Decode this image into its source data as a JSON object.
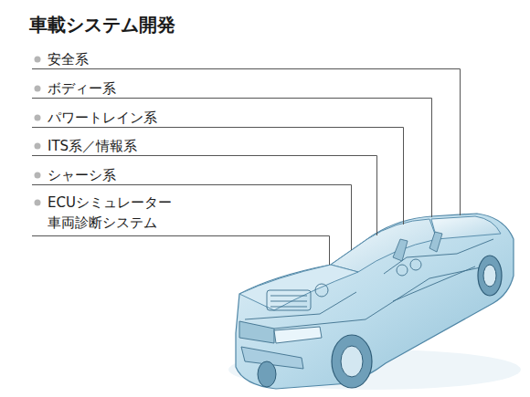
{
  "diagram": {
    "title": "車載システム開発",
    "labels": [
      "安全系",
      "ボディー系",
      "パワートレイン系",
      "ITS系／情報系",
      "シャーシ系",
      "ECUシミュレーター 車両診断システム"
    ]
  }
}
